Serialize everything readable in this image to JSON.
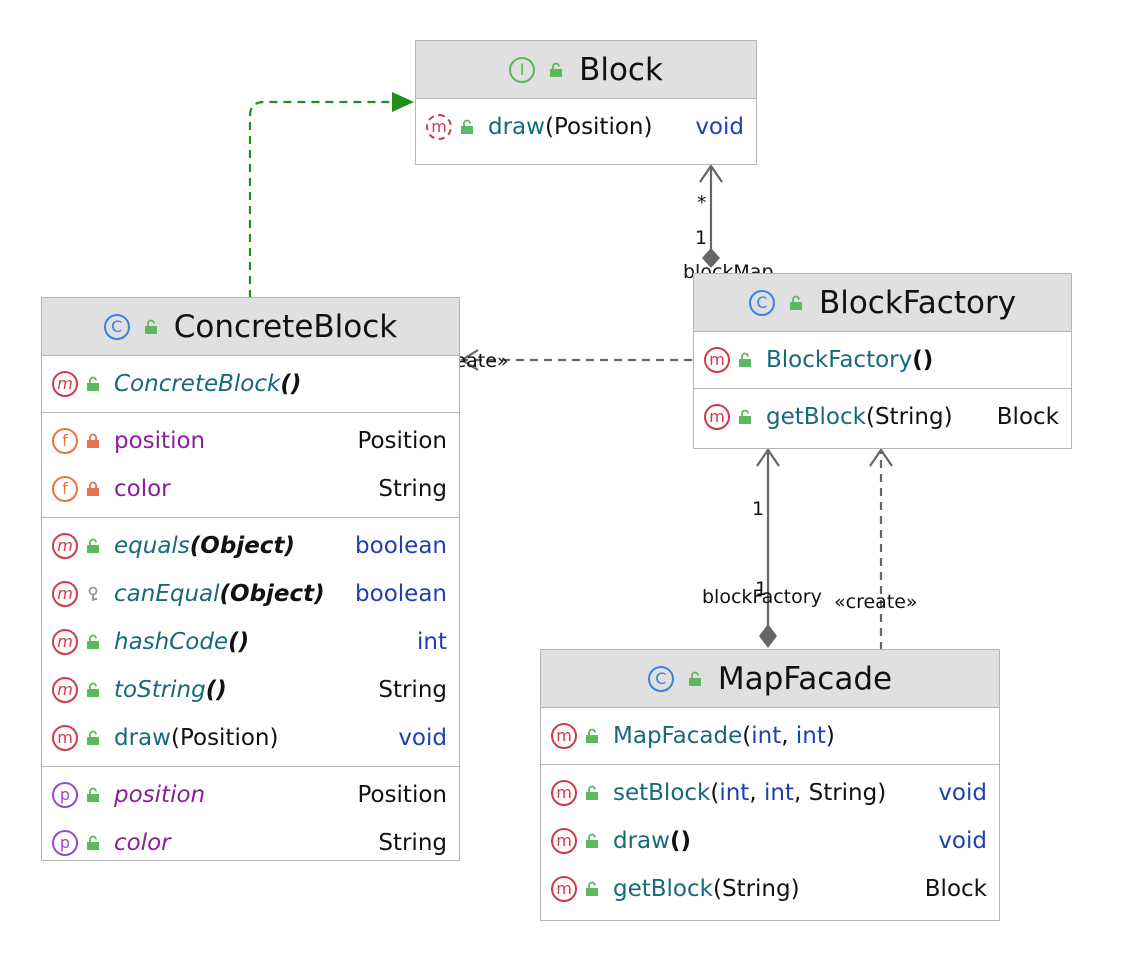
{
  "diagram": {
    "classes": {
      "block": {
        "kind_letter": "I",
        "name": "Block",
        "methods": [
          {
            "name": "draw",
            "params": "(Position)",
            "type": "void"
          }
        ]
      },
      "concrete_block": {
        "kind_letter": "C",
        "name": "ConcreteBlock",
        "constructors": [
          {
            "name": "ConcreteBlock",
            "params": "()"
          }
        ],
        "fields": [
          {
            "name": "position",
            "type": "Position"
          },
          {
            "name": "color",
            "type": "String"
          }
        ],
        "methods": [
          {
            "name": "equals",
            "params": "(Object)",
            "type": "boolean"
          },
          {
            "name": "canEqual",
            "params": "(Object)",
            "type": "boolean"
          },
          {
            "name": "hashCode",
            "params": "()",
            "type": "int"
          },
          {
            "name": "toString",
            "params": "()",
            "type": "String"
          },
          {
            "name": "draw",
            "params": "(Position)",
            "type": "void"
          }
        ],
        "properties": [
          {
            "name": "position",
            "type": "Position"
          },
          {
            "name": "color",
            "type": "String"
          }
        ]
      },
      "block_factory": {
        "kind_letter": "C",
        "name": "BlockFactory",
        "constructors": [
          {
            "name": "BlockFactory",
            "params": "()"
          }
        ],
        "methods": [
          {
            "name": "getBlock",
            "params": "(String)",
            "type": "Block"
          }
        ]
      },
      "map_facade": {
        "kind_letter": "C",
        "name": "MapFacade",
        "constructor": {
          "name": "MapFacade",
          "open": "(",
          "p1": "int",
          "sep": ", ",
          "p2": "int",
          "close": ")"
        },
        "set_block": {
          "name": "setBlock",
          "open": "(",
          "p1": "int",
          "sep1": ", ",
          "p2": "int",
          "sep2": ", ",
          "p3": "String)",
          "type": "void"
        },
        "methods": [
          {
            "name": "draw",
            "params": "()",
            "type": "void"
          },
          {
            "name": "getBlock",
            "params": "(String)",
            "type": "Block"
          }
        ]
      }
    },
    "labels": {
      "star": "*",
      "one_blockmap": "1",
      "blockmap": "blockMap",
      "create_left": "«create»",
      "one_factory_top": "1",
      "one_factory_bottom": "1",
      "blockfactory": "blockFactory",
      "create_right": "«create»"
    },
    "kind_icons": {
      "method": "m",
      "field": "f",
      "property": "p"
    },
    "colors": {
      "realization": "#1f8f1f",
      "association": "#666666",
      "header": "#e0e0e0",
      "border": "#b4b4b4",
      "method_name": "#17697c",
      "field_name": "#8a1f9a",
      "keyword": "#1f3fb0"
    }
  }
}
